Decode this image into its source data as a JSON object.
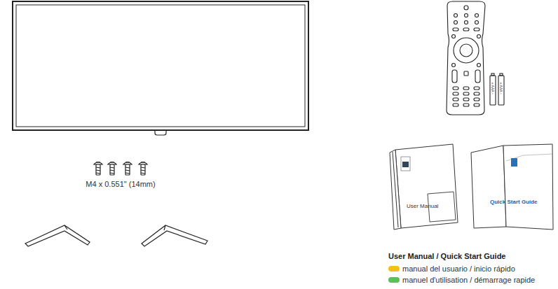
{
  "diagram": {
    "nodes": [
      {
        "text": [
          "User Manual"
        ]
      },
      {
        "text": [
          "Quick Start Guide"
        ]
      }
    ],
    "labels": [
      "M4 x 0.551\" (14mm)",
      "+ AAA -",
      "+ AAA -",
      "User Manual / Quick Start Guide"
    ],
    "legend": [
      {
        "text": "manual del usuario / inicio rápido",
        "color": "#f2c21b"
      },
      {
        "text": "manuel d'utilisation / démarrage rapide",
        "color": "#5cc05a"
      }
    ]
  }
}
